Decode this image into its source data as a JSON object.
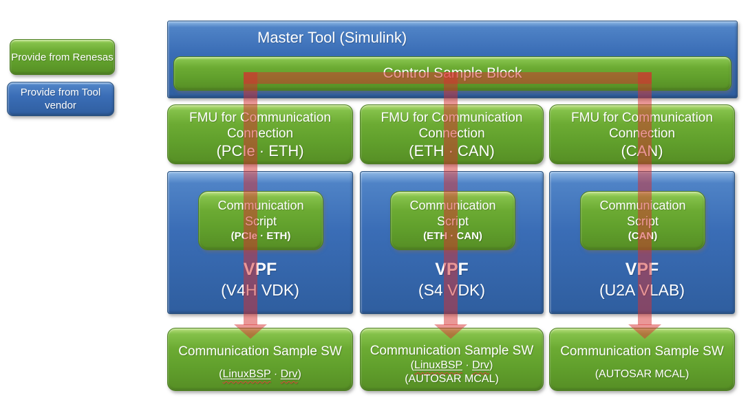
{
  "colors": {
    "box_green": "#67a52f",
    "box_blue": "#3a6cb4",
    "arrow_red": "#d62f2f",
    "text_white": "#ffffff",
    "squiggle_red": "#e04338"
  },
  "legend": {
    "renesas_label": "Provide from Renesas",
    "tool_vendor_label": "Provide from Tool vendor"
  },
  "master": {
    "title": "Master Tool (Simulink)",
    "control_block_label": "Control Sample Block"
  },
  "columns": [
    {
      "fmu": {
        "line1": "FMU for Communication",
        "line2": "Connection",
        "line3": "(PCIe · ETH)"
      },
      "platform": {
        "script_line1": "Communication",
        "script_line2": "Script",
        "script_line3": "(PCIe · ETH)",
        "vpf_title": "VPF",
        "vpf_subtitle": "(V4H VDK)"
      },
      "sample": {
        "title": "Communication Sample SW",
        "paren_open": "(",
        "word1": "LinuxBSP",
        "separator": " · ",
        "word2": "Drv",
        "paren_close": ")"
      }
    },
    {
      "fmu": {
        "line1": "FMU for Communication",
        "line2": "Connection",
        "line3": "(ETH · CAN)"
      },
      "platform": {
        "script_line1": "Communication",
        "script_line2": "Script",
        "script_line3": "(ETH · CAN)",
        "vpf_title": "VPF",
        "vpf_subtitle": "(S4 VDK)"
      },
      "sample": {
        "title": "Communication Sample SW",
        "paren_open": "(",
        "word1": "LinuxBSP",
        "separator": " · ",
        "word2": "Drv",
        "paren_close": ")",
        "line2": "(AUTOSAR MCAL)"
      }
    },
    {
      "fmu": {
        "line1": "FMU for Communication",
        "line2": "Connection",
        "line3": "(CAN)"
      },
      "platform": {
        "script_line1": "Communication",
        "script_line2": "Script",
        "script_line3": "(CAN)",
        "vpf_title": "VPF",
        "vpf_subtitle": "(U2A VLAB)"
      },
      "sample": {
        "title": "Communication Sample SW",
        "line": "(AUTOSAR MCAL)"
      }
    }
  ]
}
